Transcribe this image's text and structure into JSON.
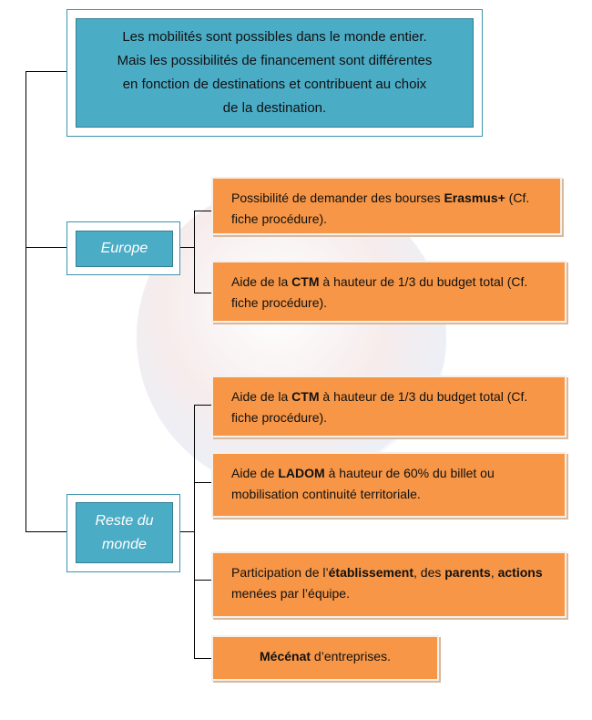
{
  "intro": [
    "Les mobilités  sont possibles  dans le monde entier.",
    "Mais les possibilités  de financement sont différentes",
    "en fonction de destinations  et contribuent au choix",
    "de la destination."
  ],
  "categories": {
    "europe": [
      "Europe"
    ],
    "reste": [
      "Reste du",
      "monde"
    ]
  },
  "europe_items": [
    {
      "parts": [
        [
          "Possibilité de demander des bourses ",
          false
        ],
        [
          "Erasmus+",
          true
        ],
        [
          " (Cf. fiche procédure).",
          false
        ]
      ]
    },
    {
      "parts": [
        [
          "Aide de la ",
          false
        ],
        [
          "CTM",
          true
        ],
        [
          " à hauteur de 1/3 du budget total (Cf. fiche procédure).",
          false
        ]
      ]
    }
  ],
  "reste_items": [
    {
      "parts": [
        [
          "Aide de la ",
          false
        ],
        [
          "CTM",
          true
        ],
        [
          " à hauteur de 1/3 du budget total (Cf. fiche procédure).",
          false
        ]
      ]
    },
    {
      "parts": [
        [
          "Aide de ",
          false
        ],
        [
          "LADOM",
          true
        ],
        [
          " à hauteur de 60% du billet ou mobilisation continuité territoriale.",
          false
        ]
      ]
    },
    {
      "parts": [
        [
          "Participation de l’",
          false
        ],
        [
          "établissement",
          true
        ],
        [
          ", des ",
          false
        ],
        [
          "parents",
          true
        ],
        [
          ", ",
          false
        ],
        [
          "actions",
          true
        ],
        [
          " menées par l’équipe.",
          false
        ]
      ]
    },
    {
      "parts": [
        [
          "Mécénat",
          true
        ],
        [
          " d’entreprises.",
          false
        ]
      ]
    }
  ],
  "colors": {
    "blue": "#4BACC6",
    "orange": "#F79646"
  }
}
